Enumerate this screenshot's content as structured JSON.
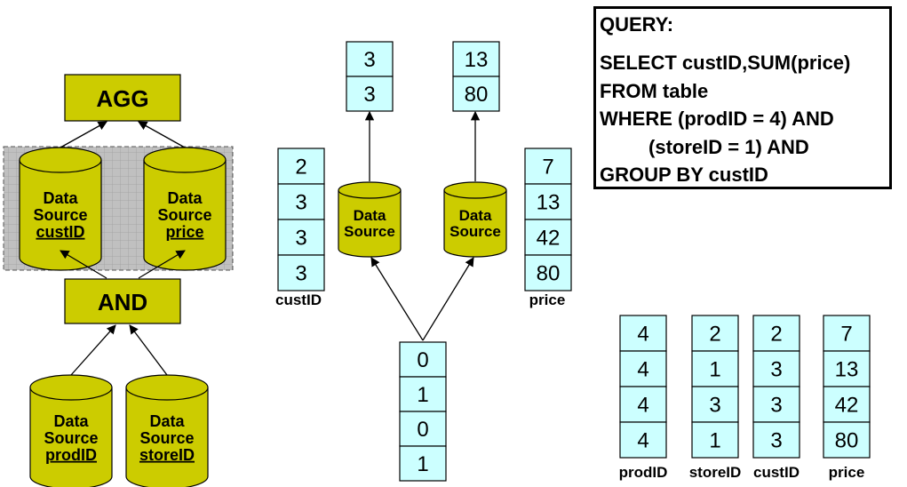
{
  "plan": {
    "agg_label": "AGG",
    "and_label": "AND",
    "data_source_line1": "Data",
    "data_source_line2": "Source",
    "source_custid": "custID",
    "source_price": "price",
    "source_prodid": "prodID",
    "source_storeid": "storeID"
  },
  "middle": {
    "custid_values": [
      "2",
      "3",
      "3",
      "3"
    ],
    "custid_label": "custID",
    "price_values": [
      "7",
      "13",
      "42",
      "80"
    ],
    "price_label": "price",
    "bitmap_values": [
      "0",
      "1",
      "0",
      "1"
    ],
    "left_result": [
      "3",
      "3"
    ],
    "right_result": [
      "13",
      "80"
    ]
  },
  "query": {
    "lines": [
      "QUERY:",
      "SELECT custID,SUM(price)",
      "FROM table",
      "WHERE (prodID = 4) AND",
      "         (storeID = 1) AND",
      "GROUP BY custID"
    ]
  },
  "table": {
    "columns": [
      {
        "label": "prodID",
        "values": [
          "4",
          "4",
          "4",
          "4"
        ]
      },
      {
        "label": "storeID",
        "values": [
          "2",
          "1",
          "3",
          "1"
        ]
      },
      {
        "label": "custID",
        "values": [
          "2",
          "3",
          "3",
          "3"
        ]
      },
      {
        "label": "price",
        "values": [
          "7",
          "13",
          "42",
          "80"
        ]
      }
    ]
  },
  "colors": {
    "cell_fill": "#ccffff",
    "cylinder_fill": "#cccc00",
    "operator_fill": "#cccc00",
    "group_fill": "#c0c0c0",
    "stroke": "#000000"
  }
}
